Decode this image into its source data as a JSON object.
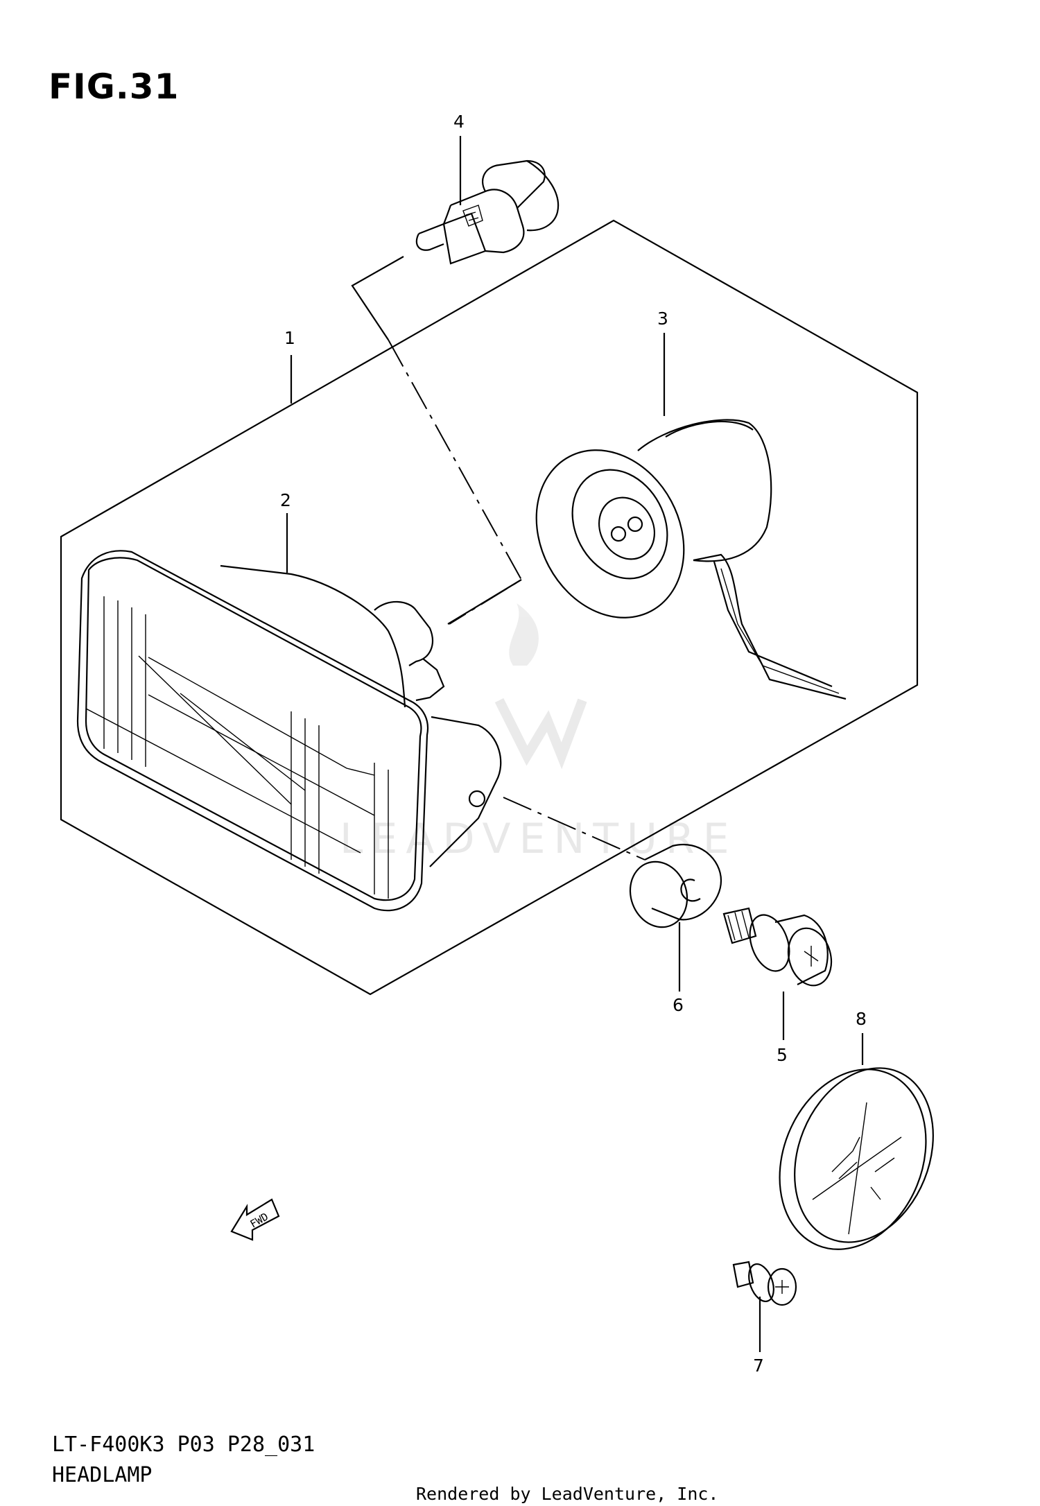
{
  "figure": {
    "title": "FIG.31",
    "model_code": "LT-F400K3 P03 P28_031",
    "name": "HEADLAMP",
    "credit": "Rendered by LeadVenture, Inc."
  },
  "callouts": [
    {
      "id": "callout-1",
      "label": "1"
    },
    {
      "id": "callout-2",
      "label": "2"
    },
    {
      "id": "callout-3",
      "label": "3"
    },
    {
      "id": "callout-4",
      "label": "4"
    },
    {
      "id": "callout-5",
      "label": "5"
    },
    {
      "id": "callout-6",
      "label": "6"
    },
    {
      "id": "callout-7",
      "label": "7"
    },
    {
      "id": "callout-8",
      "label": "8"
    }
  ],
  "direction_arrow": {
    "label": "FWD"
  },
  "watermark": {
    "text": "LEADVENTURE"
  }
}
